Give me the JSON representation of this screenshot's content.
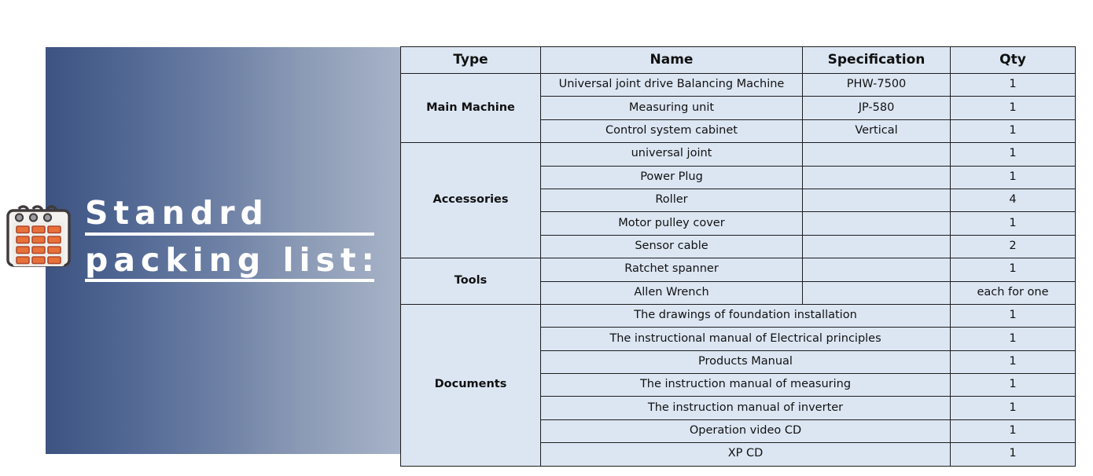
{
  "banner": {
    "title_lines": [
      "Standrd",
      "packing list:"
    ],
    "icon": "calendar-checklist-icon",
    "gradient_from": "#3d5381",
    "gradient_to": "#a7b3c8"
  },
  "table": {
    "background": "#dce6f3",
    "border_color": "#1d1d1d",
    "headers": {
      "type": "Type",
      "name": "Name",
      "specification": "Specification",
      "qty": "Qty"
    },
    "groups": [
      {
        "type": "Main Machine",
        "rows": [
          {
            "name": "Universal joint drive Balancing Machine",
            "specification": "PHW-7500",
            "qty": "1"
          },
          {
            "name": "Measuring unit",
            "specification": "JP-580",
            "qty": "1"
          },
          {
            "name": "Control system cabinet",
            "specification": "Vertical",
            "qty": "1"
          }
        ]
      },
      {
        "type": "Accessories",
        "rows": [
          {
            "name": "universal joint",
            "specification": "",
            "qty": "1"
          },
          {
            "name": "Power Plug",
            "specification": "",
            "qty": "1"
          },
          {
            "name": "Roller",
            "specification": "",
            "qty": "4"
          },
          {
            "name": "Motor pulley cover",
            "specification": "",
            "qty": "1"
          },
          {
            "name": "Sensor cable",
            "specification": "",
            "qty": "2"
          }
        ]
      },
      {
        "type": "Tools",
        "rows": [
          {
            "name": "Ratchet spanner",
            "specification": "",
            "qty": "1"
          },
          {
            "name": "Allen Wrench",
            "specification": "",
            "qty": "each for one"
          }
        ]
      },
      {
        "type": "Documents",
        "merged_name_spec": true,
        "rows": [
          {
            "name": "The drawings of foundation installation",
            "qty": "1"
          },
          {
            "name": "The instructional manual of Electrical principles",
            "qty": "1"
          },
          {
            "name": "Products Manual",
            "qty": "1"
          },
          {
            "name": "The instruction manual of measuring",
            "qty": "1"
          },
          {
            "name": "The instruction manual of inverter",
            "qty": "1"
          },
          {
            "name": "Operation video CD",
            "qty": "1"
          },
          {
            "name": "XP CD",
            "qty": "1"
          }
        ]
      }
    ]
  }
}
